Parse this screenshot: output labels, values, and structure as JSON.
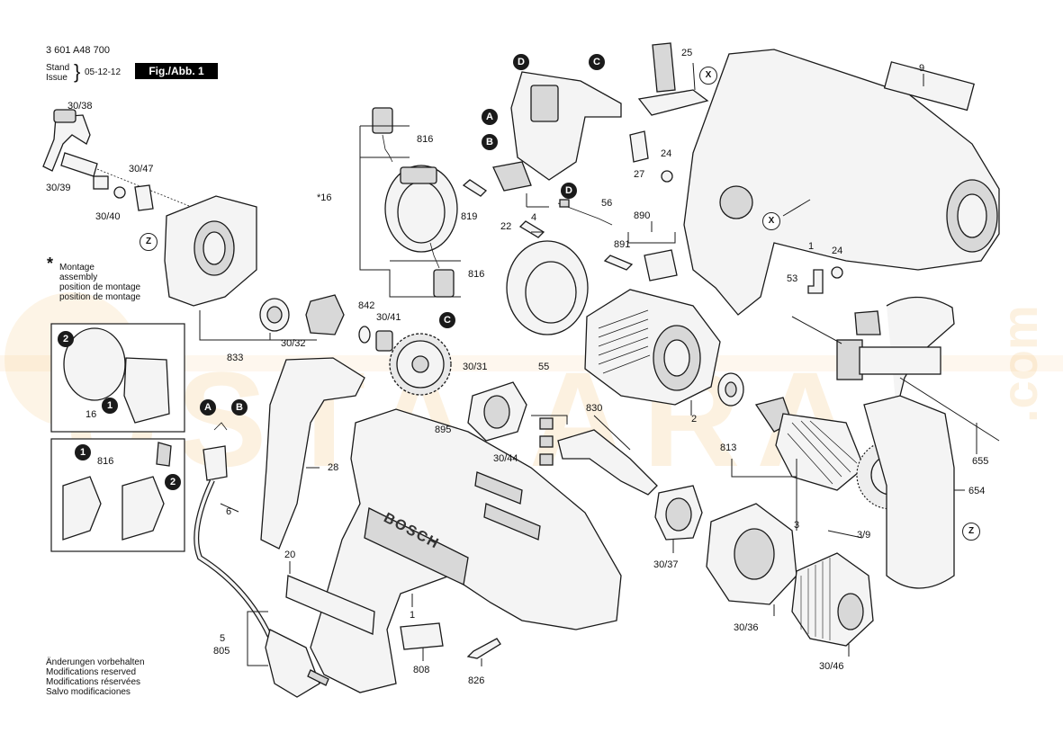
{
  "header": {
    "doc_number": "3 601 A48 700",
    "stand_label": "Stand",
    "issue_label": "Issue",
    "date": "05-12-12",
    "figure_label": "Fig./Abb. 1"
  },
  "assembly_note": {
    "symbol": "*",
    "lines": [
      "Montage",
      "assembly",
      "position de montage",
      "position de montage"
    ]
  },
  "footer_notes": [
    "Änderungen vorbehalten",
    "Modifications reserved",
    "Modifications réservées",
    "Salvo modificaciones"
  ],
  "callouts": {
    "A": "A",
    "B": "B",
    "C": "C",
    "D": "D",
    "X": "X",
    "Z": "Z",
    "step1": "1",
    "step2": "2"
  },
  "brand": "BOSCH",
  "watermark": {
    "main": "USTA ARA",
    "side": ".com",
    "color": "#f2b45a"
  },
  "parts": {
    "p30_38": "30/38",
    "p30_47": "30/47",
    "p30_39": "30/39",
    "p30_40": "30/40",
    "p816a": "816",
    "p816b": "816",
    "p816c": "816",
    "p_star16": "*16",
    "p819": "819",
    "p4": "4",
    "p22": "22",
    "p56": "56",
    "p890": "890",
    "p891": "891",
    "p25": "25",
    "p27": "27",
    "p24a": "24",
    "p24b": "24",
    "p9": "9",
    "p53": "53",
    "p1a": "1",
    "p842": "842",
    "p30_41": "30/41",
    "p30_32": "30/32",
    "p833": "833",
    "p30_31": "30/31",
    "p55": "55",
    "p2": "2",
    "p813": "813",
    "p3": "3",
    "p3_9": "3/9",
    "p655": "655",
    "p654": "654",
    "p895": "895",
    "p830": "830",
    "p30_44": "30/44",
    "p28": "28",
    "p6": "6",
    "p20": "20",
    "p5": "5",
    "p805": "805",
    "p808": "808",
    "p826": "826",
    "p1b": "1",
    "p30_37": "30/37",
    "p30_36": "30/36",
    "p30_46": "30/46",
    "p16": "16"
  }
}
